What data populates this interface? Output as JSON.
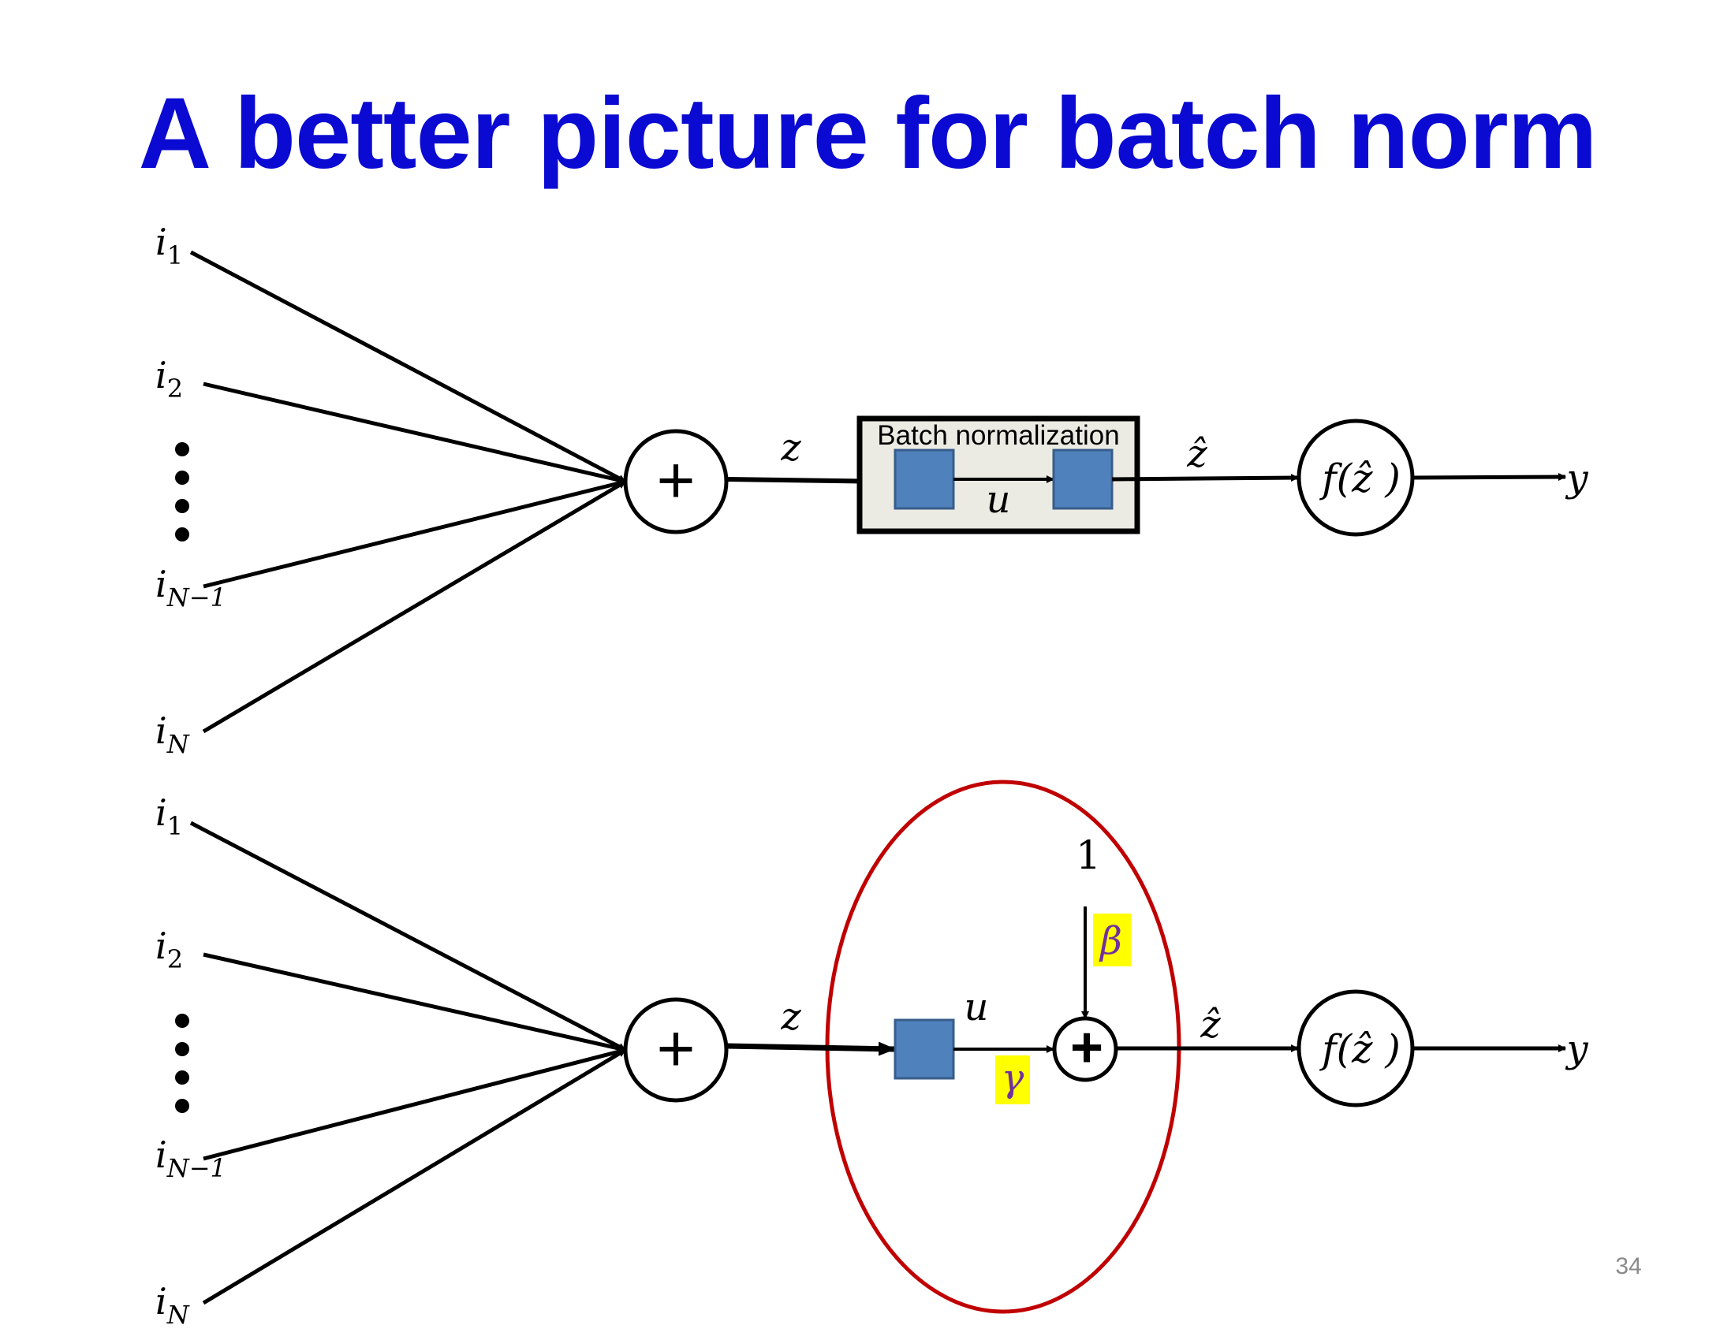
{
  "slide": {
    "title": "A better picture for batch norm",
    "page_number": "34"
  },
  "colors": {
    "title": "#0a0ad2",
    "block_fill": "#4f81bd",
    "block_stroke": "#385d8a",
    "bn_box_fill": "#ecebe3",
    "highlight": "#ffff00",
    "ellipse": "#c00000",
    "line": "#000000"
  },
  "diagram_top": {
    "inputs": [
      {
        "base": "i",
        "sub": "1"
      },
      {
        "base": "i",
        "sub": "2"
      },
      {
        "base": "i",
        "sub": "N−1"
      },
      {
        "base": "i",
        "sub": "N"
      }
    ],
    "sum_symbol": "+",
    "z_label": "z",
    "bn_box_label": "Batch normalization",
    "u_label": "u",
    "zhat_label": "ẑ",
    "activation_label": "f(ẑ )",
    "output_label": "y"
  },
  "diagram_bottom": {
    "inputs": [
      {
        "base": "i",
        "sub": "1"
      },
      {
        "base": "i",
        "sub": "2"
      },
      {
        "base": "i",
        "sub": "N−1"
      },
      {
        "base": "i",
        "sub": "N"
      }
    ],
    "sum_symbol": "+",
    "z_label": "z",
    "u_label": "u",
    "gamma_label": "γ",
    "bias_input_label": "1",
    "beta_label": "β",
    "add_symbol": "+",
    "zhat_label": "ẑ",
    "activation_label": "f(ẑ )",
    "output_label": "y"
  }
}
